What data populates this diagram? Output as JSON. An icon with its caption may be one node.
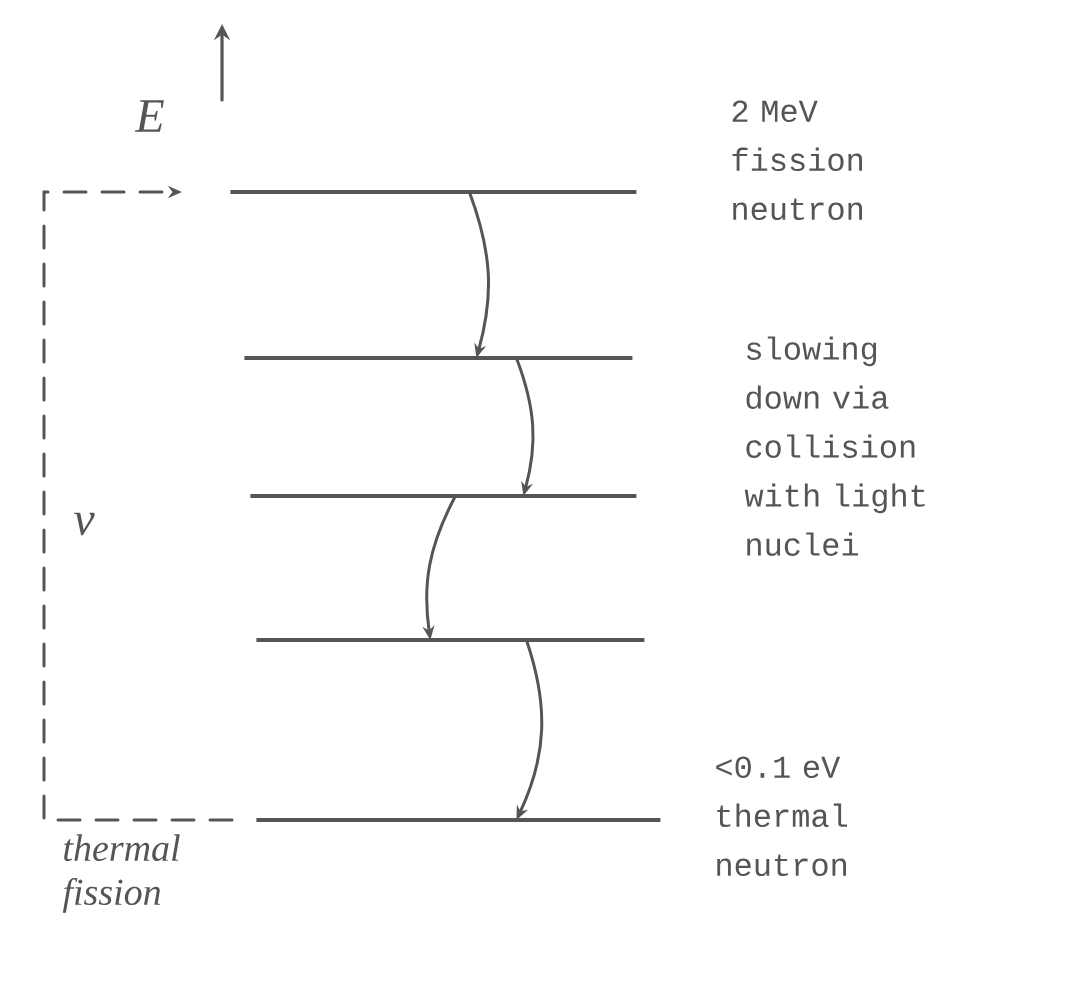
{
  "diagram": {
    "nodes": [
      {
        "text": [],
        "shape": "bar",
        "beside": [
          "2 MeV fission neutron"
        ]
      },
      {
        "text": [],
        "shape": "bar"
      },
      {
        "text": [],
        "shape": "bar"
      },
      {
        "text": [],
        "shape": "bar"
      },
      {
        "text": [],
        "shape": "bar",
        "beside": [
          "<0.1 eV thermal neutron"
        ]
      }
    ],
    "edges": [
      {
        "from": 0,
        "to": 1,
        "arrow": "to"
      },
      {
        "from": 1,
        "to": 2,
        "arrow": "to"
      },
      {
        "from": 2,
        "to": 3,
        "arrow": "to"
      },
      {
        "from": 3,
        "to": 4,
        "arrow": "to"
      },
      {
        "from": 4,
        "to": 0,
        "arrow": "to",
        "style": "dashed",
        "label": "thermal fission"
      }
    ],
    "labels": [
      "E",
      "ν",
      "slowing down via collision with light nuclei"
    ]
  }
}
